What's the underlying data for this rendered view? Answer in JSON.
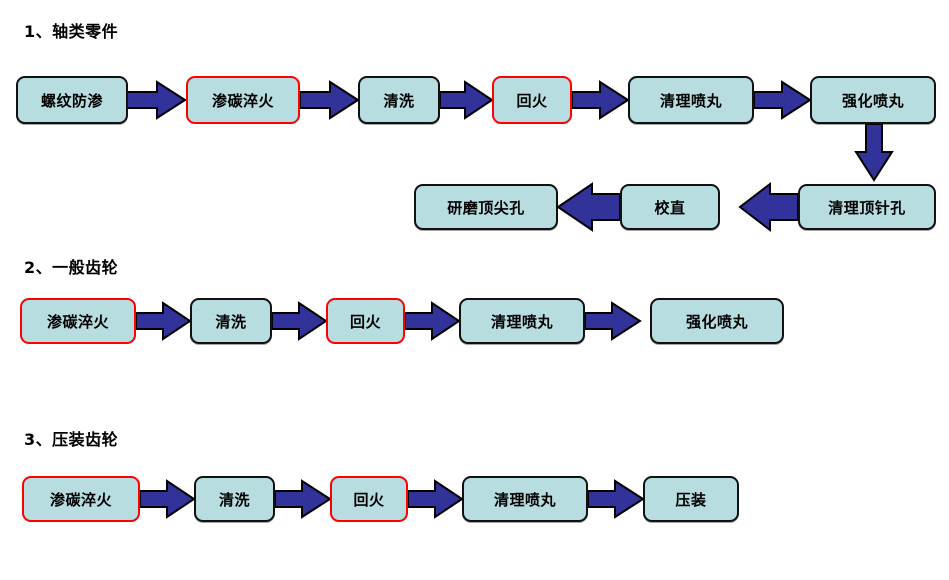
{
  "diagram": {
    "title_color": "#000000",
    "node_fill": "#b7dde0",
    "node_border": "#111111",
    "highlight_border": "#ff0000",
    "arrow_fill": "#32329b",
    "arrow_border": "#000000"
  },
  "sections": [
    {
      "heading": "1、轴类零件",
      "rows": [
        {
          "nodes": [
            {
              "label": "螺纹防渗",
              "highlight": false
            },
            {
              "label": "渗碳淬火",
              "highlight": true
            },
            {
              "label": "清洗",
              "highlight": false
            },
            {
              "label": "回火",
              "highlight": true
            },
            {
              "label": "清理喷丸",
              "highlight": false
            },
            {
              "label": "强化喷丸",
              "highlight": false
            }
          ]
        },
        {
          "nodes": [
            {
              "label": "研磨顶尖孔",
              "highlight": false
            },
            {
              "label": "校直",
              "highlight": false
            },
            {
              "label": "清理顶针孔",
              "highlight": false
            }
          ]
        }
      ]
    },
    {
      "heading": "2、一般齿轮",
      "rows": [
        {
          "nodes": [
            {
              "label": "渗碳淬火",
              "highlight": true
            },
            {
              "label": "清洗",
              "highlight": false
            },
            {
              "label": "回火",
              "highlight": true
            },
            {
              "label": "清理喷丸",
              "highlight": false
            },
            {
              "label": "强化喷丸",
              "highlight": false
            }
          ]
        }
      ]
    },
    {
      "heading": "3、压装齿轮",
      "rows": [
        {
          "nodes": [
            {
              "label": "渗碳淬火",
              "highlight": true
            },
            {
              "label": "清洗",
              "highlight": false
            },
            {
              "label": "回火",
              "highlight": true
            },
            {
              "label": "清理喷丸",
              "highlight": false
            },
            {
              "label": "压装",
              "highlight": false
            }
          ]
        }
      ]
    }
  ],
  "arrows": [
    {
      "name": "arrow-s1-luowen-to-shentan",
      "direction": "right"
    },
    {
      "name": "arrow-s1-shentan-to-qingxi",
      "direction": "right"
    },
    {
      "name": "arrow-s1-qingxi-to-huihuo",
      "direction": "right"
    },
    {
      "name": "arrow-s1-huihuo-to-qinglipenwan",
      "direction": "right"
    },
    {
      "name": "arrow-s1-qinglipenwan-to-qianghuapenwan",
      "direction": "right"
    },
    {
      "name": "arrow-s1-qianghuapenwan-to-qinglidingzhenkong",
      "direction": "down"
    },
    {
      "name": "arrow-s1-qinglidingzhenkong-to-jiaozhi",
      "direction": "left"
    },
    {
      "name": "arrow-s1-jiaozhi-to-yanmodingjiankong",
      "direction": "left"
    },
    {
      "name": "arrow-s2-shentan-to-qingxi",
      "direction": "right"
    },
    {
      "name": "arrow-s2-qingxi-to-huihuo",
      "direction": "right"
    },
    {
      "name": "arrow-s2-huihuo-to-qinglipenwan",
      "direction": "right"
    },
    {
      "name": "arrow-s2-qinglipenwan-to-qianghuapenwan",
      "direction": "right"
    },
    {
      "name": "arrow-s3-shentan-to-qingxi",
      "direction": "right"
    },
    {
      "name": "arrow-s3-qingxi-to-huihuo",
      "direction": "right"
    },
    {
      "name": "arrow-s3-huihuo-to-qinglipenwan",
      "direction": "right"
    },
    {
      "name": "arrow-s3-qinglipenwan-to-yazhuang",
      "direction": "right"
    }
  ]
}
